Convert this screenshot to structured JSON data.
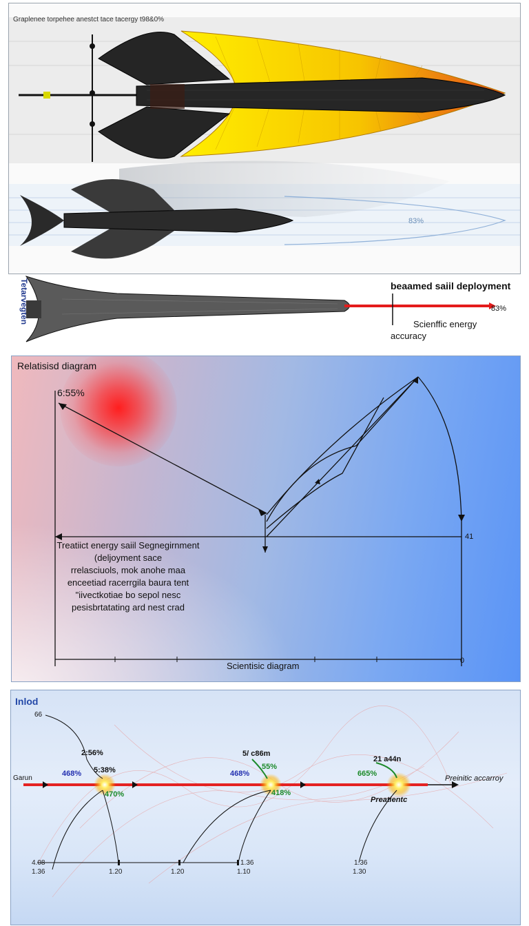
{
  "top_panel": {
    "title": "Graplenee torpehee anestct tace tacergy t98&0%",
    "percent_label": "83%"
  },
  "beam": {
    "side_label": "Tetarvegten",
    "title": "beaamed saiil deployment",
    "percent": "83%",
    "subtitle_line1": "Scienffic energy",
    "subtitle_line2": "accuracy"
  },
  "relativistic": {
    "title": "Relatisisd diagram",
    "percent": "6:55%",
    "right_label": "41",
    "text_lines": [
      "Treatiict energy saiil Segnegirnment",
      "(deljoyment sace",
      "rrelasciuols, mok anohe maa",
      "enceetiad racerrgila baura tent",
      "\"iivectkotiae bo sepol nesc",
      "pesisbrtatating ard nest crad"
    ],
    "bottom_label": "Scientisic diagram",
    "zero_label": "0"
  },
  "inlod": {
    "title": "Inlod",
    "axis_left_label": "Garun",
    "right_label": "Preinitic accarroy",
    "annot_top_left": "66",
    "nodes": [
      {
        "blue": "468%",
        "top": "2:56%",
        "mid": "5:38%",
        "green": "470%"
      },
      {
        "blue": "468%",
        "top": "5/ c86m",
        "mid": "55%",
        "green": "418%"
      },
      {
        "blue": "",
        "top": "21 a44n",
        "mid": "",
        "green": "665%",
        "below": "Preatientc"
      }
    ],
    "ticks_top": [
      "4.08",
      "",
      "",
      "1.36",
      "1.36"
    ],
    "ticks_bottom": [
      "1.36",
      "1.20",
      "1.20",
      "1.10",
      "1.30"
    ]
  },
  "colors": {
    "hull_dark": "#1f1f1f",
    "sail_yellow": "#ffe600",
    "sail_orange": "#e96a10",
    "beam_red": "#e41b1b",
    "panel2_red": "#ff1e1e",
    "panel2_blue": "#5a94f6",
    "label_blue": "#2330b0",
    "label_green": "#1c8a2a"
  }
}
